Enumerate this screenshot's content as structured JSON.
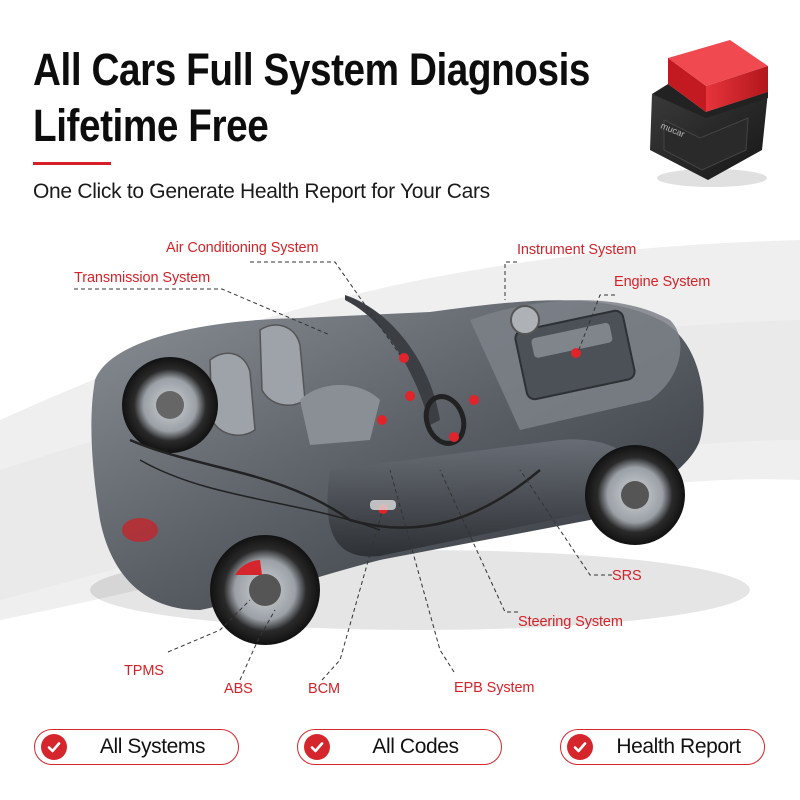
{
  "headline": {
    "line1": "All Cars Full System Diagnosis",
    "line2": "Lifetime Free"
  },
  "subtitle": "One Click to Generate Health Report for Your Cars",
  "device": {
    "brand_text": "mucar",
    "body_color": "#2b2b2b",
    "accent_color": "#d6262d"
  },
  "callouts": {
    "air_conditioning": "Air Conditioning System",
    "transmission": "Transmission System",
    "instrument": "Instrument System",
    "engine": "Engine System",
    "srs": "SRS",
    "steering": "Steering System",
    "tpms": "TPMS",
    "abs": "ABS",
    "bcm": "BCM",
    "epb": "EPB System"
  },
  "features": [
    {
      "label": "All Systems"
    },
    {
      "label": "All Codes"
    },
    {
      "label": "Health Report"
    }
  ],
  "colors": {
    "accent": "#d6262d",
    "callout_text": "#d3232a",
    "headline": "#0d0d0d",
    "car_body": "#5a5f66"
  }
}
